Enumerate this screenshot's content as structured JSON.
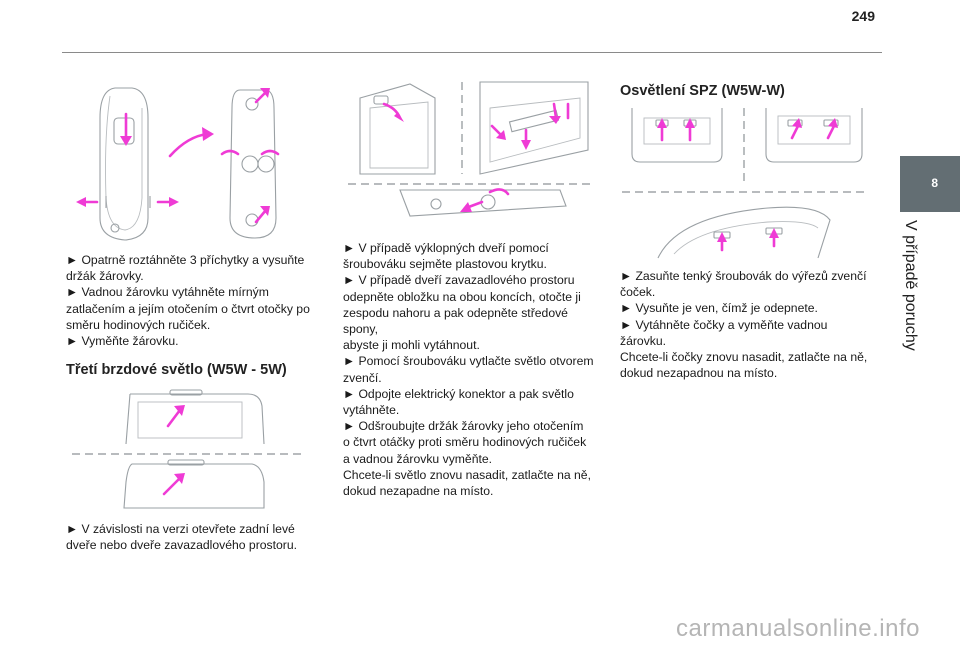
{
  "page": {
    "number": "249"
  },
  "side_tab": {
    "chapter_number": "8",
    "chapter_title": "V případě poruchy"
  },
  "col1": {
    "instructions": "►  Opatrně roztáhněte 3 příchytky a vysuňte\ndržák žárovky.\n►  Vadnou žárovku vytáhněte mírným\nzatlačením a jejím otočením o čtvrt otočky po\nsměru hodinových ručiček.\n►  Vyměňte žárovku.",
    "section_title": "Třetí brzdové světlo (W5W - 5W)",
    "section_text": "►  V závislosti na verzi otevřete zadní levé\ndveře nebo dveře zavazadlového prostoru."
  },
  "col2": {
    "instructions": "►  V případě výklopných dveří pomocí\nšroubováku sejměte plastovou krytku.\n►  V případě dveří zavazadlového prostoru\nodepněte obložku na obou koncích, otočte ji\nzespodu nahoru a pak odepněte středové spony,\nabyste ji mohli vytáhnout.\n►  Pomocí šroubováku vytlačte světlo otvorem\nzvenčí.\n►  Odpojte elektrický konektor a pak světlo\nvytáhněte.\n►  Odšroubujte držák žárovky jeho otočením\no čtvrt otáčky proti směru hodinových ručiček\na vadnou žárovku vyměňte.\nChcete-li světlo znovu nasadit, zatlačte na ně,\ndokud nezapadne na místo."
  },
  "col3": {
    "section_title": "Osvětlení SPZ (W5W-W)",
    "instructions": "►  Zasuňte tenký šroubovák do výřezů zvenčí\nčoček.\n►  Vysuňte je ven, čímž je odepnete.\n►  Vytáhněte čočky a vyměňte vadnou žárovku.\nChcete-li čočky znovu nasadit, zatlačte na ně,\ndokud nezapadnou na místo."
  },
  "watermark": "carmanualsonline.info",
  "colors": {
    "accent": "#ef3bd5",
    "tab": "#636e73",
    "line": "#9aa0a4"
  }
}
